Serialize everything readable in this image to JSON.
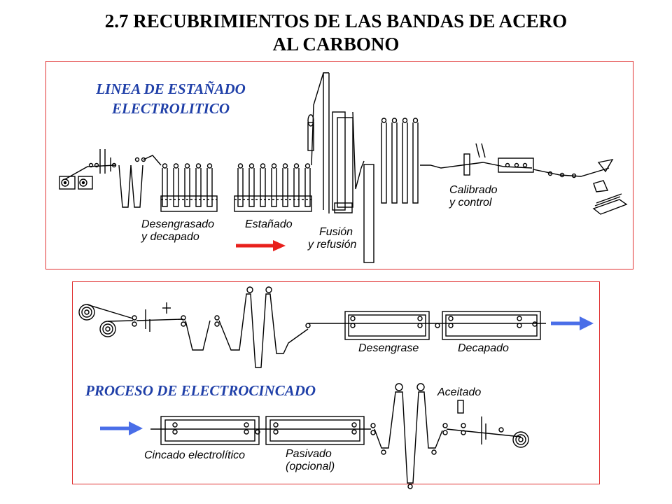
{
  "title": {
    "line1": "2.7  RECUBRIMIENTOS DE LAS BANDAS DE ACERO",
    "line2": "AL CARBONO"
  },
  "tinning_line": {
    "heading_line1": "LINEA DE ESTAÑADO",
    "heading_line2": "ELECTROLITICO",
    "stages": {
      "degreasing_1": "Desengrasado",
      "degreasing_2": "y decapado",
      "tinning": "Estañado",
      "fusion_1": "Fusión",
      "fusion_2": "y refusión",
      "calibration_1": "Calibrado",
      "calibration_2": "y control"
    }
  },
  "zinc_line": {
    "heading": "PROCESO DE ELECTROCINCADO",
    "stages": {
      "degrease": "Desengrase",
      "pickling": "Decapado",
      "zinc_plating": "Cincado electrolítico",
      "passivation_1": "Pasivado",
      "passivation_2": "(opcional)",
      "oiling": "Aceitado"
    }
  },
  "colors": {
    "frame": "#e03030",
    "heading_text": "#1f3fa8",
    "arrow_red": "#e8201c",
    "arrow_blue": "#4a6ee8"
  }
}
